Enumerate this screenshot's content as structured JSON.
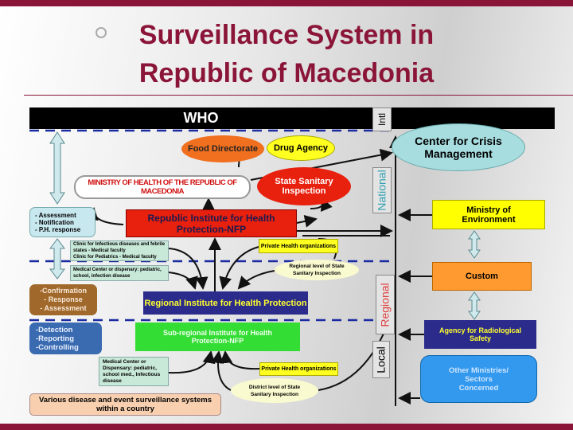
{
  "title": {
    "line1": "Surveillance System in",
    "line2": "Republic of Macedonia"
  },
  "levels": {
    "intl": "Intl",
    "national": "National",
    "regional": "Regional",
    "local": "Local"
  },
  "who": "WHO",
  "nodes": {
    "food": "Food Directorate",
    "drug": "Drug Agency",
    "crisis": "Center for Crisis Management",
    "moh": "MINISTRY OF HEALTH OF THE REPUBLIC OF MACEDONIA",
    "ssi": "State Sanitary Inspection",
    "assessment": "- Assessment\n- Notification\n- P.H. response",
    "rihp": "Republic Institute for Health Protection-NFP",
    "private1": "Private Health organizations",
    "clinic": "Clinic for Infectious diseases and febrile states - Medical faculty\nClinic for Pediatrics - Medical faculty",
    "medcenter1": "Medical Center or dispenary: pediatric, school, infection disease",
    "regional_ssi": "Regional level of State Sanitary Inspection",
    "confirmation": "-Confirmation\n- Response\n- Assessment",
    "regional_inst": "Regional Institute for Health Protection",
    "detection": "-Detection\n-Reporting\n-Controlling",
    "subregional": "Sub-regional Institute for Health Protection-NFP",
    "medcenter2": "Medical Center or Dispensary: pediatric, school med., Infectious disease",
    "private2": "Private Health organizations",
    "district_ssi": "District level of State Sanitary Inspection",
    "various": "Various disease and event surveillance systems within a country",
    "environment": "Ministry of Environment",
    "custom": "Custom",
    "radiological": "Agency for Radiological Safety",
    "other": "Other Ministries/ Sectors Concerned"
  },
  "colors": {
    "maroon": "#8b1538",
    "red": "#e8200e",
    "navy": "#2b2b8c",
    "green": "#33dd33"
  }
}
